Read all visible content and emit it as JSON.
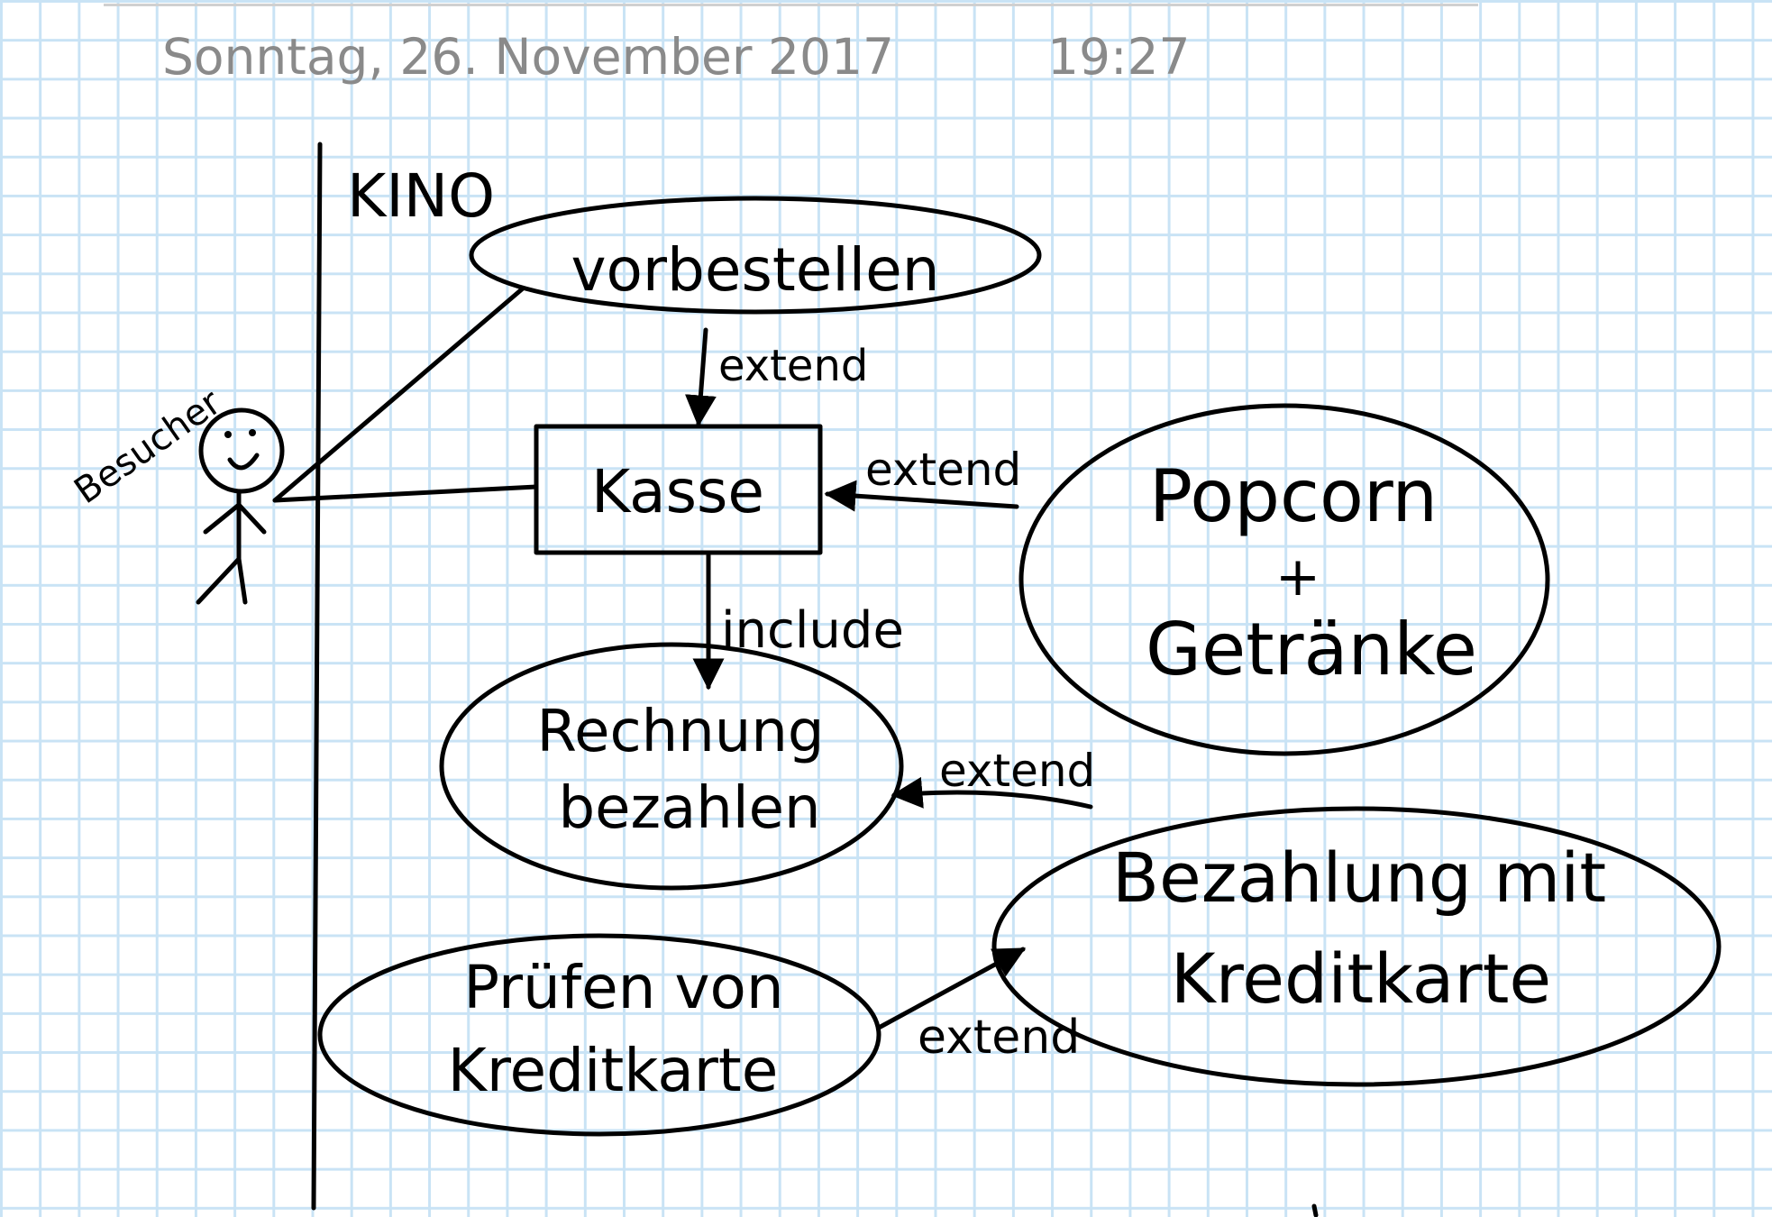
{
  "header": {
    "date": "Sonntag, 26. November 2017",
    "time": "19:27"
  },
  "diagram": {
    "system_label": "KINO",
    "actor_label": "Besucher",
    "use_cases": {
      "vorbestellen": "vorbestellen",
      "kasse": "Kasse",
      "popcorn_line1": "Popcorn",
      "popcorn_plus": "+",
      "popcorn_line2": "Getränke",
      "rechnung_line1": "Rechnung",
      "rechnung_line2": "bezahlen",
      "kredit_line1": "Bezahlung mit",
      "kredit_line2": "Kreditkarte",
      "pruefen_line1": "Prüfen von",
      "pruefen_line2": "Kreditkarte"
    },
    "relations": {
      "extend_vorbestellen": "extend",
      "extend_popcorn": "extend",
      "include_rechnung": "include",
      "extend_kredit": "extend",
      "extend_pruefen": "extend"
    }
  }
}
